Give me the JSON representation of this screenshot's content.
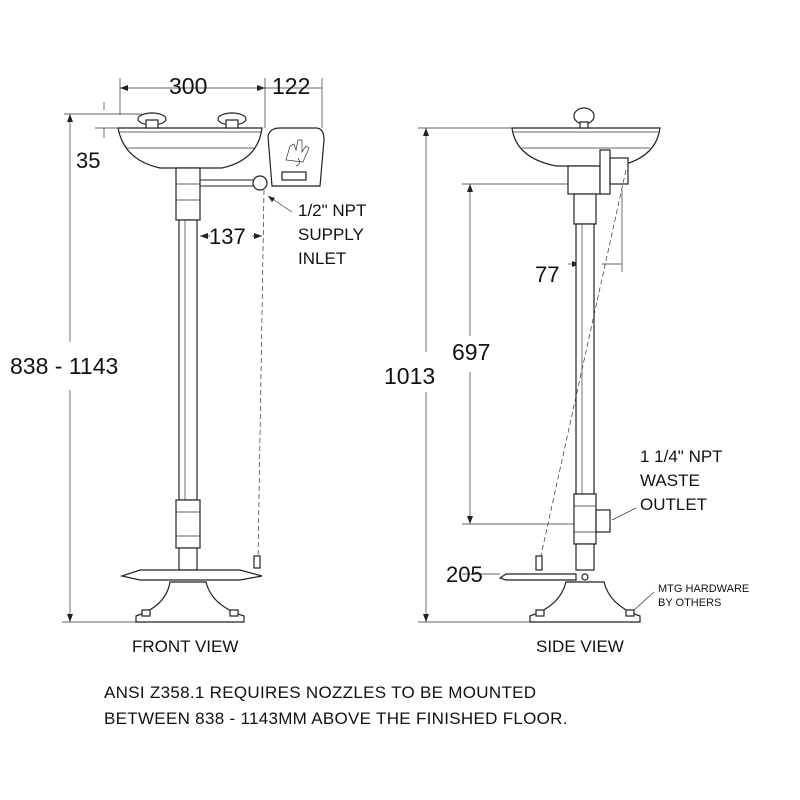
{
  "dimensions": {
    "bowl_width": "300",
    "offset_right": "122",
    "nozzle_height": "35",
    "pipe_offset": "137",
    "mount_range": "838 - 1143",
    "overall_height": "1013",
    "waste_height": "697",
    "side_offset": "77",
    "pedal_height": "205"
  },
  "labels": {
    "supply_inlet": [
      "1/2\" NPT",
      "SUPPLY",
      "INLET"
    ],
    "waste_outlet": [
      "1 1/4\" NPT",
      "WASTE",
      "OUTLET"
    ],
    "mtg_hardware": [
      "MTG HARDWARE",
      "BY OTHERS"
    ]
  },
  "views": {
    "front": "FRONT VIEW",
    "side": "SIDE VIEW"
  },
  "note": [
    "ANSI Z358.1 REQUIRES NOZZLES TO BE MOUNTED",
    "BETWEEN 838 - 1143MM ABOVE THE FINISHED FLOOR."
  ],
  "icons": {
    "push_handle": "hand-icon"
  }
}
